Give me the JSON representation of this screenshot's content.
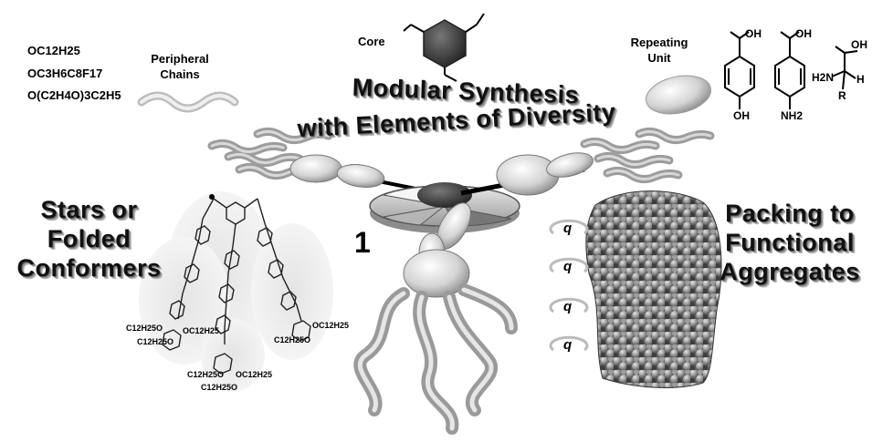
{
  "peripheral": {
    "chains": [
      "OC12H25",
      "OC3H6C8F17",
      "O(C2H4O)3C2H5"
    ],
    "label_line1": "Peripheral",
    "label_line2": "Chains"
  },
  "core": {
    "label": "Core"
  },
  "repeating": {
    "label_line1": "Repeating",
    "label_line2": "Unit",
    "acids": [
      "OH",
      "NH2"
    ],
    "acid_group": "OH",
    "amino": {
      "amine": "H2N",
      "h": "H",
      "r": "R"
    }
  },
  "title": {
    "line1": "Modular Synthesis",
    "line2": "with Elements of Diversity"
  },
  "left_heading": [
    "Stars or",
    "Folded",
    "Conformers"
  ],
  "right_heading": [
    "Packing to",
    "Functional",
    "Aggregates"
  ],
  "compound_number": "1",
  "q_labels": [
    "q",
    "q",
    "q",
    "q"
  ],
  "ester_labels": [
    "C12H25O",
    "C12H25O",
    "OC12H25",
    "C12H25O",
    "OC12H25",
    "C12H25O",
    "C12H25O",
    "OC12H25"
  ]
}
